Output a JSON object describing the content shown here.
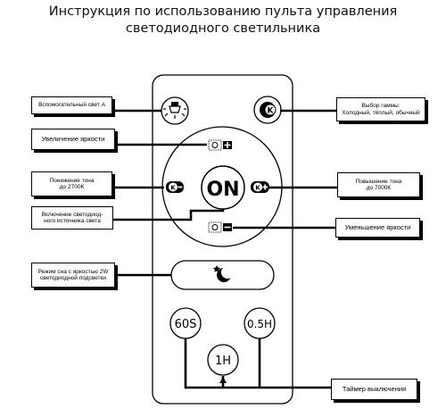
{
  "title": {
    "line1": "Инструкция по использованию пульта управления",
    "line2": "светодиодного светильника"
  },
  "buttons": {
    "on": "ON",
    "t60s": "60S",
    "t05h": "0.5H",
    "t1h": "1H",
    "k_symbol": "K"
  },
  "labels": {
    "aux_light": "Вспомогательный свет А",
    "color_choice": "Выбор гаммы:\nХолодный, тёплый, обычный",
    "brightness_up": "Увеличение яркости",
    "tone_down": "Понижение тона\nдо 2700К",
    "tone_up": "Повышение тона\nдо 7000К",
    "light_on": "Включение светодиод-\nного источника света",
    "brightness_down": "Уменьшение яркости",
    "night_mode": "Режим сна с яркостью 2W\nсветодиодной подсветки",
    "timer_off": "Таймер выключения"
  },
  "icons": {
    "aux": "bulb-icon",
    "color": "k-circle-icon",
    "brightness_up": "sun-plus-icon",
    "brightness_down": "sun-minus-icon",
    "tone_down": "k-minus-icon",
    "tone_up": "k-plus-icon",
    "night": "moon-star-icon"
  }
}
